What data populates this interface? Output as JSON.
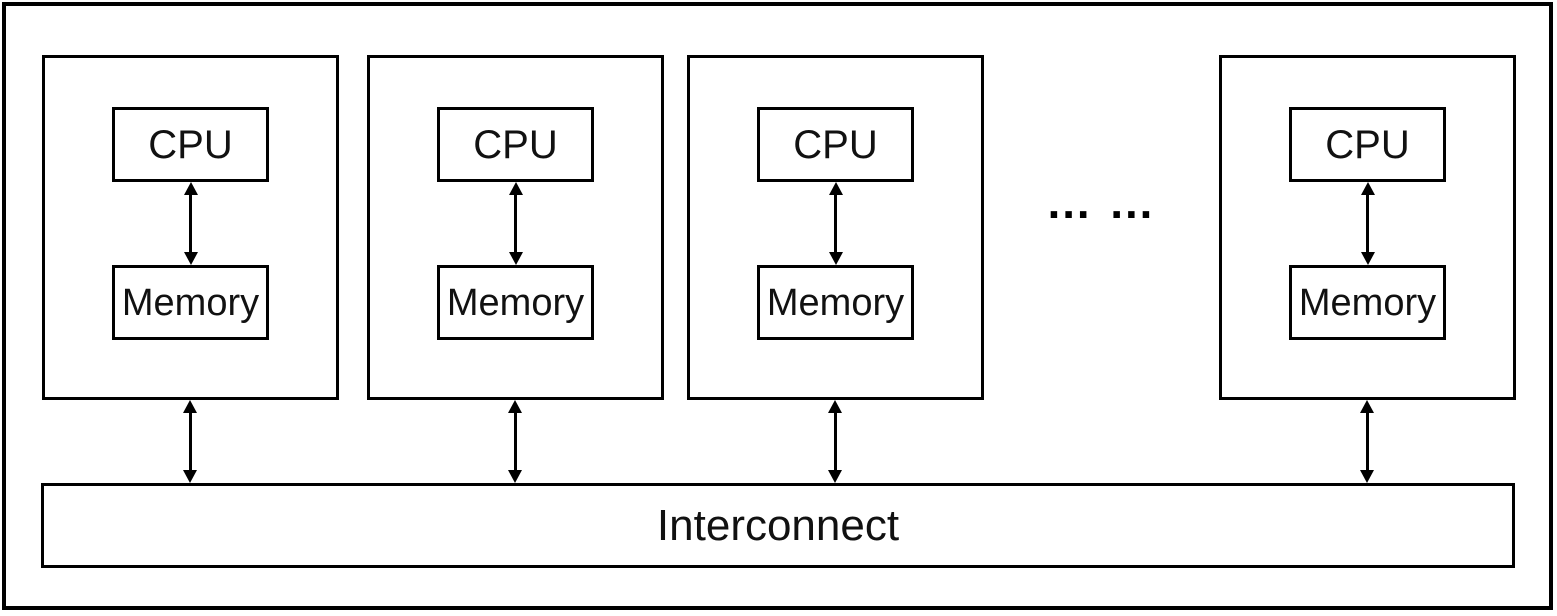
{
  "diagram": {
    "nodes": [
      {
        "cpu": "CPU",
        "memory": "Memory"
      },
      {
        "cpu": "CPU",
        "memory": "Memory"
      },
      {
        "cpu": "CPU",
        "memory": "Memory"
      },
      {
        "cpu": "CPU",
        "memory": "Memory"
      }
    ],
    "ellipsis": "… …",
    "interconnect_label": "Interconnect",
    "colors": {
      "line": "#000000",
      "background": "#ffffff",
      "text": "#111111"
    }
  }
}
